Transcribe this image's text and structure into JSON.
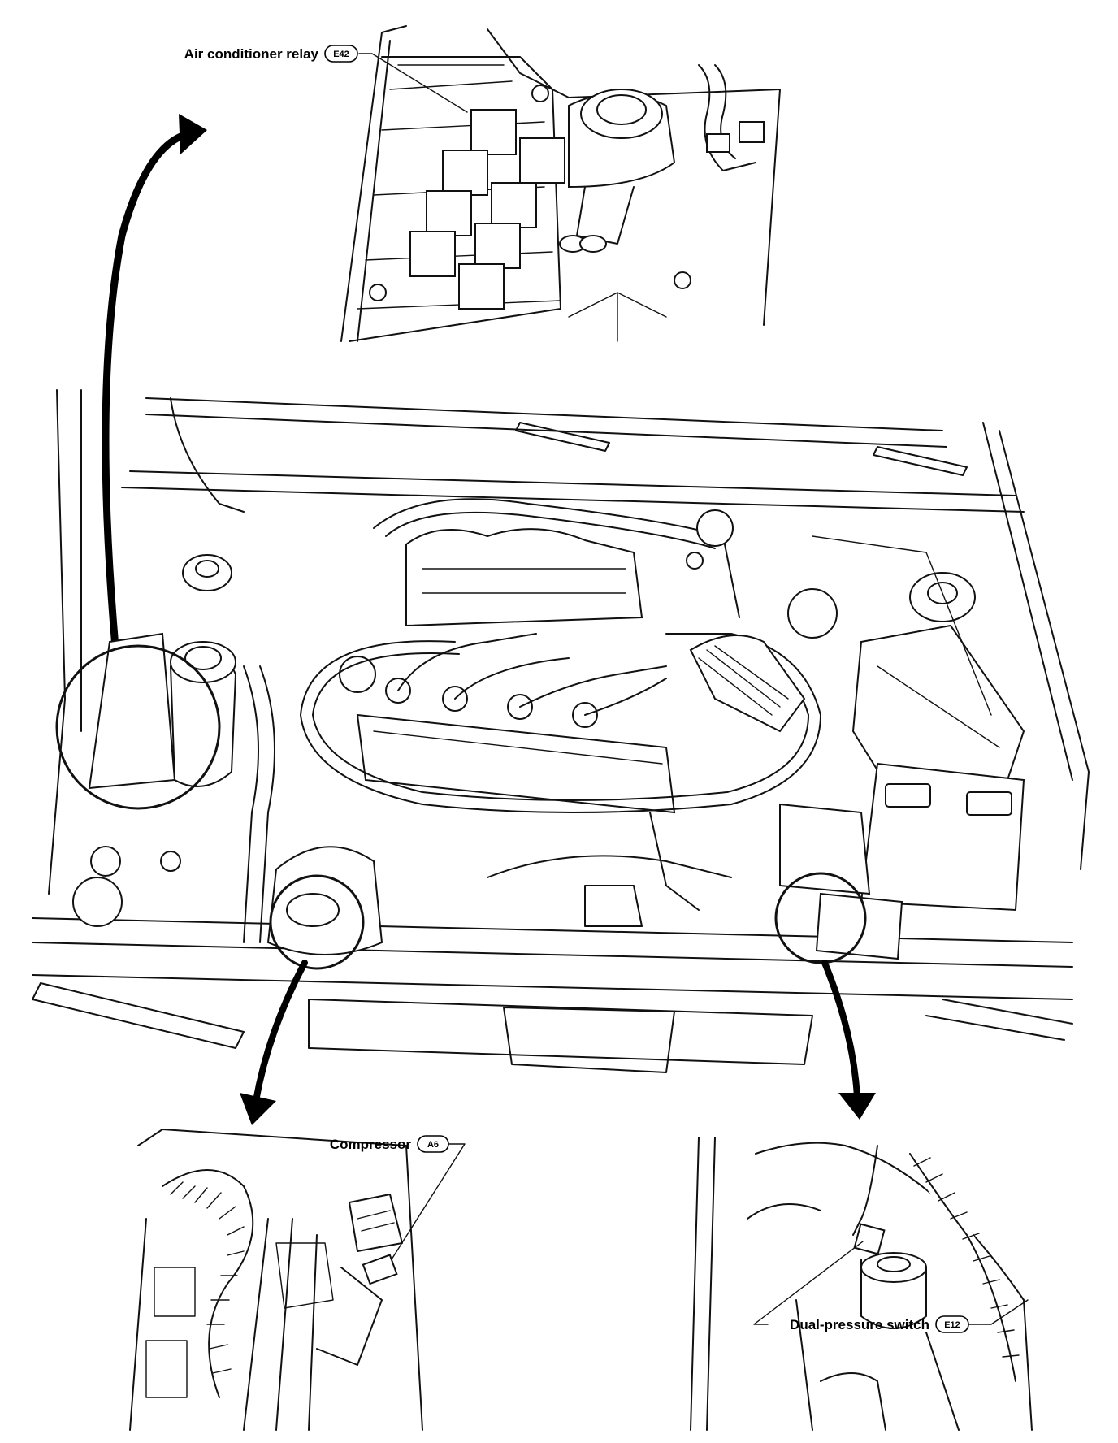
{
  "callouts": {
    "ac_relay": {
      "label": "Air conditioner relay",
      "code": "E42"
    },
    "compressor": {
      "label": "Compressor",
      "code": "A6"
    },
    "dual_pressure": {
      "label": "Dual-pressure switch",
      "code": "E12"
    }
  }
}
